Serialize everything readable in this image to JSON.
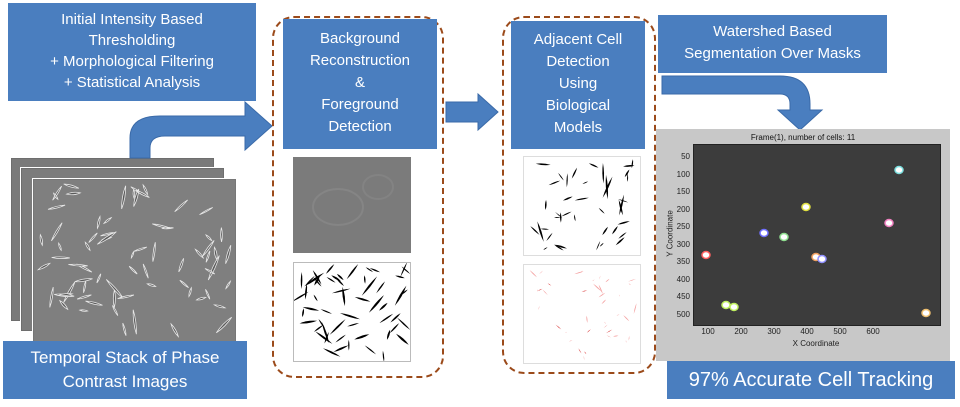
{
  "steps": {
    "thresholding": [
      "Initial Intensity Based",
      "Thresholding",
      "+ Morphological Filtering",
      "+ Statistical Analysis"
    ],
    "background": [
      "Background",
      "Reconstruction",
      "&",
      "Foreground",
      "Detection"
    ],
    "adjacent": [
      "Adjacent Cell",
      "Detection",
      "Using",
      "Biological",
      "Models"
    ],
    "watershed": [
      "Watershed Based",
      "Segmentation  Over Masks"
    ],
    "input": [
      "Temporal Stack of Phase",
      "Contrast Images"
    ],
    "result": "97% Accurate Cell Tracking"
  },
  "plot": {
    "title": "Frame(1), number of cells: 11",
    "xlabel": "X Coordinate",
    "ylabel": "Y Coordinate",
    "xticks": [
      "100",
      "200",
      "300",
      "400",
      "500",
      "600"
    ],
    "yticks": [
      "50",
      "100",
      "150",
      "200",
      "250",
      "300",
      "350",
      "400",
      "450",
      "500"
    ]
  },
  "colors": {
    "box": "#4a7ebf",
    "dashed_border": "#9b4a1a",
    "plot_bg": "#3a3a3a"
  }
}
